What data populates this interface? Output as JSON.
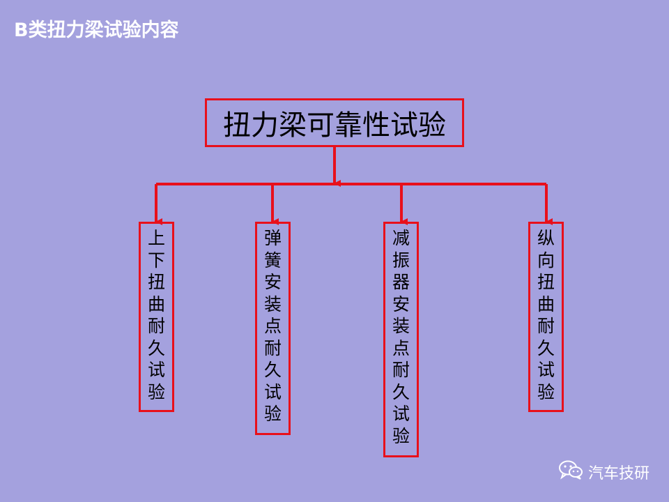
{
  "title": "B类扭力梁试验内容",
  "root": {
    "label": "扭力梁可靠性试验"
  },
  "children": [
    {
      "label": "上下扭曲耐久试验"
    },
    {
      "label": "弹簧安装点耐久试验"
    },
    {
      "label": "减振器安装点耐久试验"
    },
    {
      "label": "纵向扭曲耐久试验"
    }
  ],
  "watermark": {
    "text": "汽车技研",
    "icon": "wechat-icon"
  },
  "colors": {
    "background": "#a4a1de",
    "border": "#e8101b",
    "connector": "#e8101b",
    "title": "#ffffff"
  }
}
